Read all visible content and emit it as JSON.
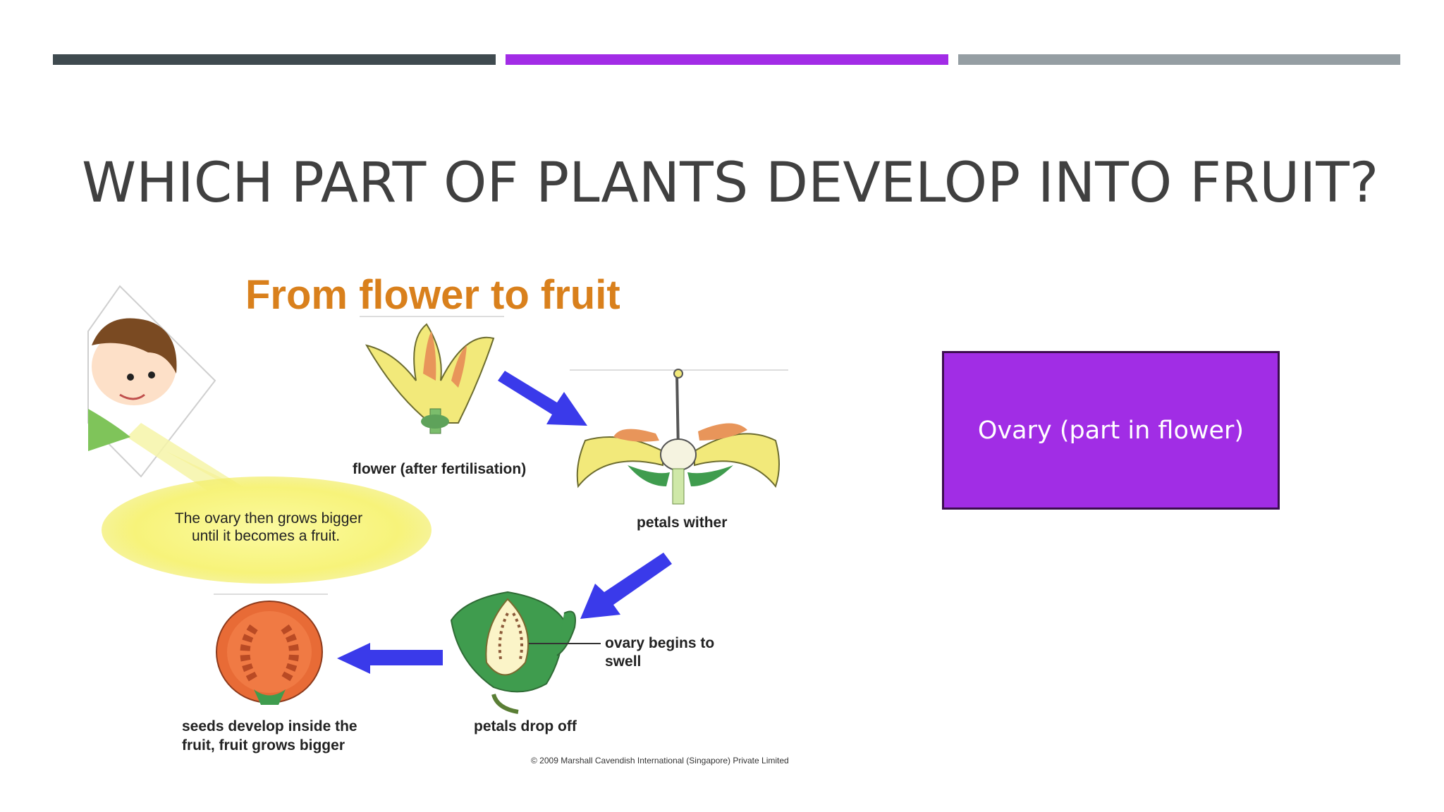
{
  "colors": {
    "bar_1": "#3f4a4f",
    "bar_2": "#a22ce6",
    "bar_3": "#959ea3",
    "title": "#404040",
    "callout_fill": "#a12de5",
    "arrow": "#3a3aea",
    "heading": "#d9801c"
  },
  "slide": {
    "title": "WHICH PART OF PLANTS DEVELOP INTO FRUIT?"
  },
  "diagram": {
    "heading": "From flower to fruit",
    "bubble_line_1": "The ovary then grows bigger",
    "bubble_line_2": "until it becomes a fruit.",
    "label_flower": "flower (after fertilisation)",
    "label_petals_wither": "petals wither",
    "label_ovary_line_1": "ovary begins to",
    "label_ovary_line_2": "swell",
    "label_petals_drop": "petals drop off",
    "label_seeds_line_1": "seeds develop inside the",
    "label_seeds_line_2": "fruit, fruit grows bigger",
    "copyright": "© 2009 Marshall Cavendish International (Singapore) Private Limited"
  },
  "callout": {
    "text": "Ovary (part in flower)"
  }
}
